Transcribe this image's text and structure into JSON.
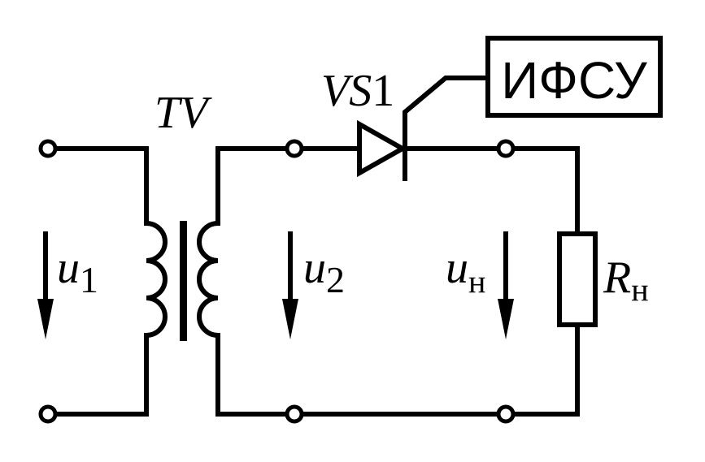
{
  "transformer": {
    "label": "TV"
  },
  "thyristor": {
    "label_letters": "VS",
    "label_number": "1"
  },
  "control_unit": {
    "label": "ИФСУ"
  },
  "voltages": {
    "u1": {
      "symbol": "u",
      "subscript": "1"
    },
    "u2": {
      "symbol": "u",
      "subscript": "2"
    },
    "un": {
      "symbol": "u",
      "subscript": "н"
    }
  },
  "load": {
    "symbol": "R",
    "subscript": "н"
  }
}
